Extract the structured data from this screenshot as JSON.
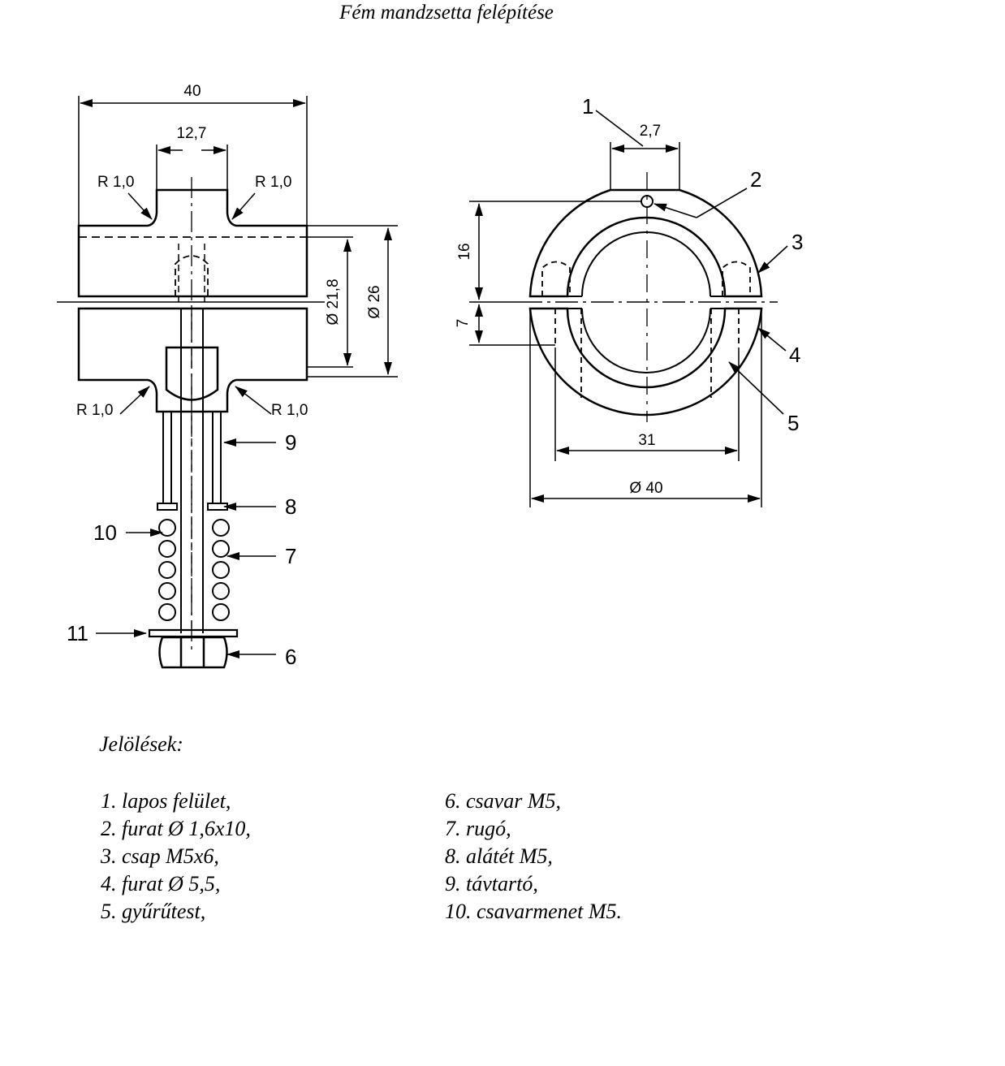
{
  "title": "Fém mandzsetta felépítése",
  "side_view": {
    "dim_width": "40",
    "dim_slot": "12,7",
    "radius_tl": "R 1,0",
    "radius_tr": "R 1,0",
    "radius_bl": "R 1,0",
    "radius_br": "R 1,0",
    "dim_inner": "Ø 21,8",
    "dim_outer": "Ø 26",
    "callouts": {
      "c9": "9",
      "c8": "8",
      "c10": "10",
      "c7": "7",
      "c11": "11",
      "c6": "6"
    }
  },
  "front_view": {
    "dim_flat": "2,7",
    "dim_16": "16",
    "dim_7": "7",
    "dim_31": "31",
    "dim_40": "Ø 40",
    "callouts": {
      "c1": "1",
      "c2": "2",
      "c3": "3",
      "c4": "4",
      "c5": "5"
    }
  },
  "legend": {
    "heading": "Jelölések:",
    "left": [
      "1. lapos felület,",
      "2. furat Ø 1,6x10,",
      "3. csap M5x6,",
      "4. furat Ø 5,5,",
      "5. gyűrűtest,"
    ],
    "right": [
      "6.  csavar M5,",
      "7.  rugó,",
      "8.  alátét M5,",
      "9.  távtartó,",
      "10. csavarmenet M5."
    ]
  }
}
